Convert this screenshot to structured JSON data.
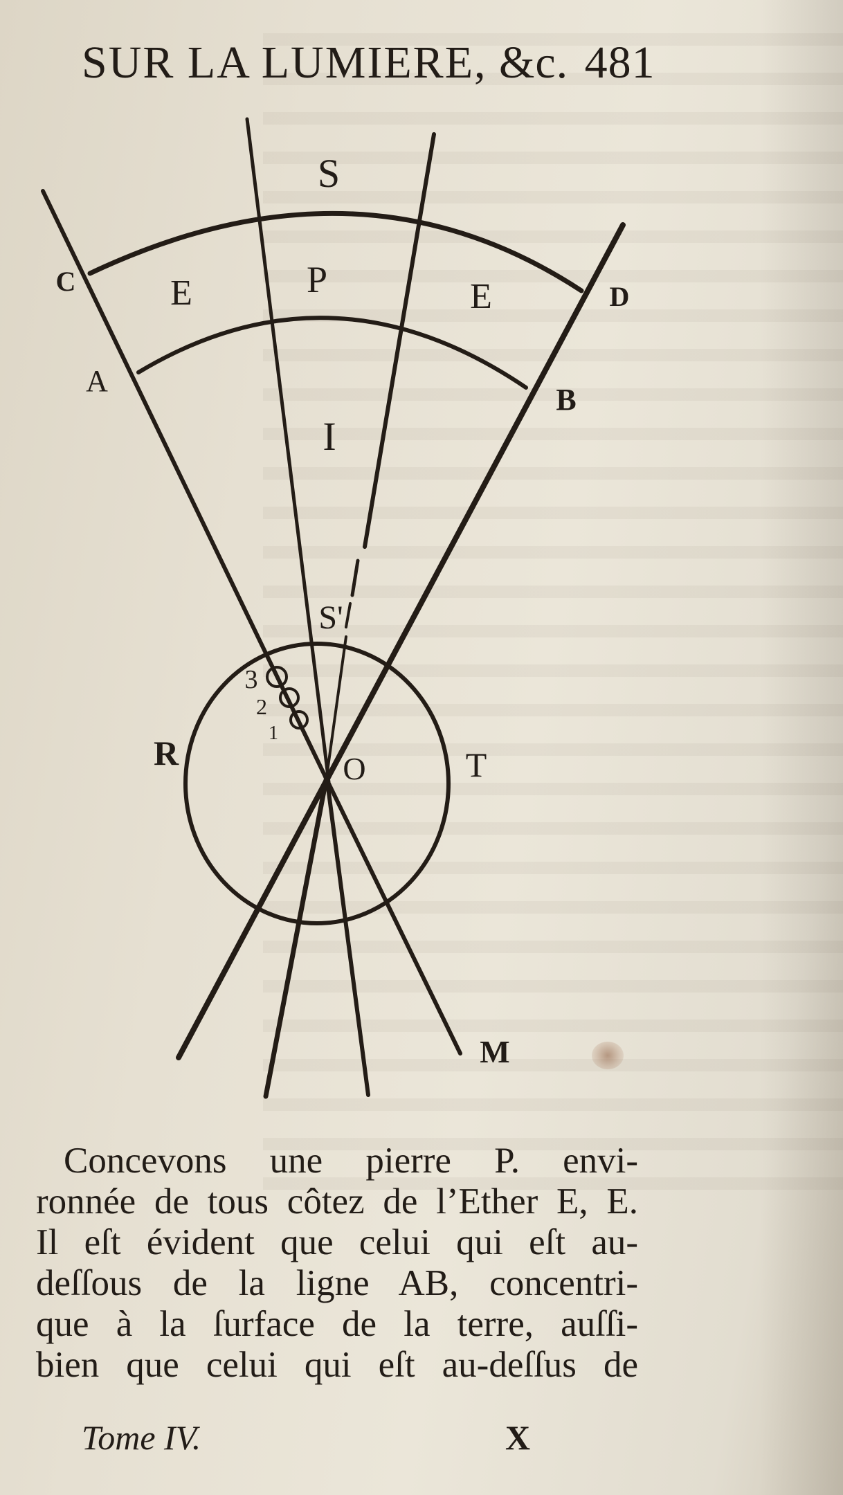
{
  "running_head": {
    "title": "SUR LA LUMIERE,",
    "suffix": "&c.",
    "page_number": "481"
  },
  "figure": {
    "labels": {
      "S": "S",
      "P": "P",
      "E_left": "E",
      "E_right": "E",
      "I": "I",
      "A": "A",
      "B": "B",
      "C": "C",
      "D": "D",
      "S_prime": "S'",
      "R": "R",
      "T": "T",
      "O": "O",
      "M": "M",
      "n3": "3",
      "n2": "2",
      "n1": "1"
    }
  },
  "body": {
    "lines": [
      "Concevons une pierre P. envi-",
      "ronnée de tous côtez de l’Ether E, E.",
      "Il eſt évident que celui qui eſt au-",
      "deſſous de la ligne AB, concentri-",
      "que à la ſurface de la terre, auſſi-",
      "bien que celui qui eſt au-deſſus de"
    ]
  },
  "footer": {
    "volume": "Tome IV.",
    "signature": "X"
  }
}
